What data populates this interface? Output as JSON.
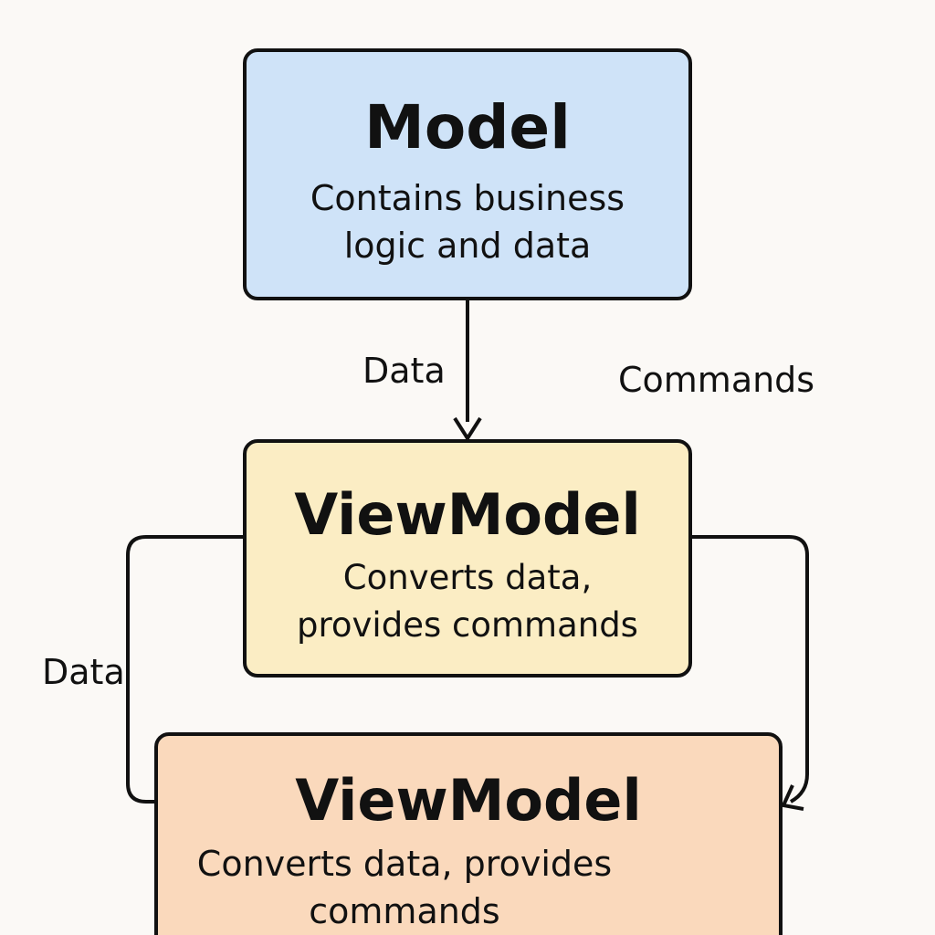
{
  "boxes": {
    "model": {
      "title": "Model",
      "description": "Contains business logic and data"
    },
    "viewmodel_1": {
      "title": "ViewModel",
      "description": "Converts data, provides commands"
    },
    "viewmodel_2": {
      "title": "ViewModel",
      "description": "Converts data, provides commands"
    }
  },
  "edges": {
    "model_to_viewmodel": "Data",
    "commands": "Commands",
    "left_loop": "Data"
  },
  "colors": {
    "model_fill": "#cfe3f8",
    "viewmodel_1_fill": "#fbedc4",
    "viewmodel_2_fill": "#fad9bc",
    "stroke": "#111111",
    "background": "#fbf9f6"
  }
}
